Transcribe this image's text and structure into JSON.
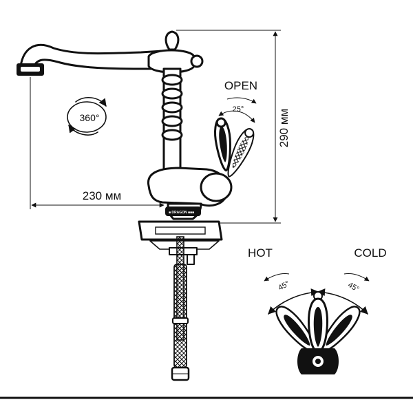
{
  "labels": {
    "open": "OPEN",
    "open_angle": "25°",
    "height_dim": "290 мм",
    "width_dim": "230 мм",
    "rotation": "360°",
    "hot": "HOT",
    "cold": "COLD",
    "hot_angle": "45°",
    "cold_angle": "45°",
    "brand_mark": "■ DRAGON ■■■"
  },
  "colors": {
    "ink": "#111111",
    "paper": "#ffffff"
  },
  "rotation_degrees": 360,
  "open_angle_degrees": 25,
  "hot_angle_degrees": 45,
  "cold_angle_degrees": 45
}
